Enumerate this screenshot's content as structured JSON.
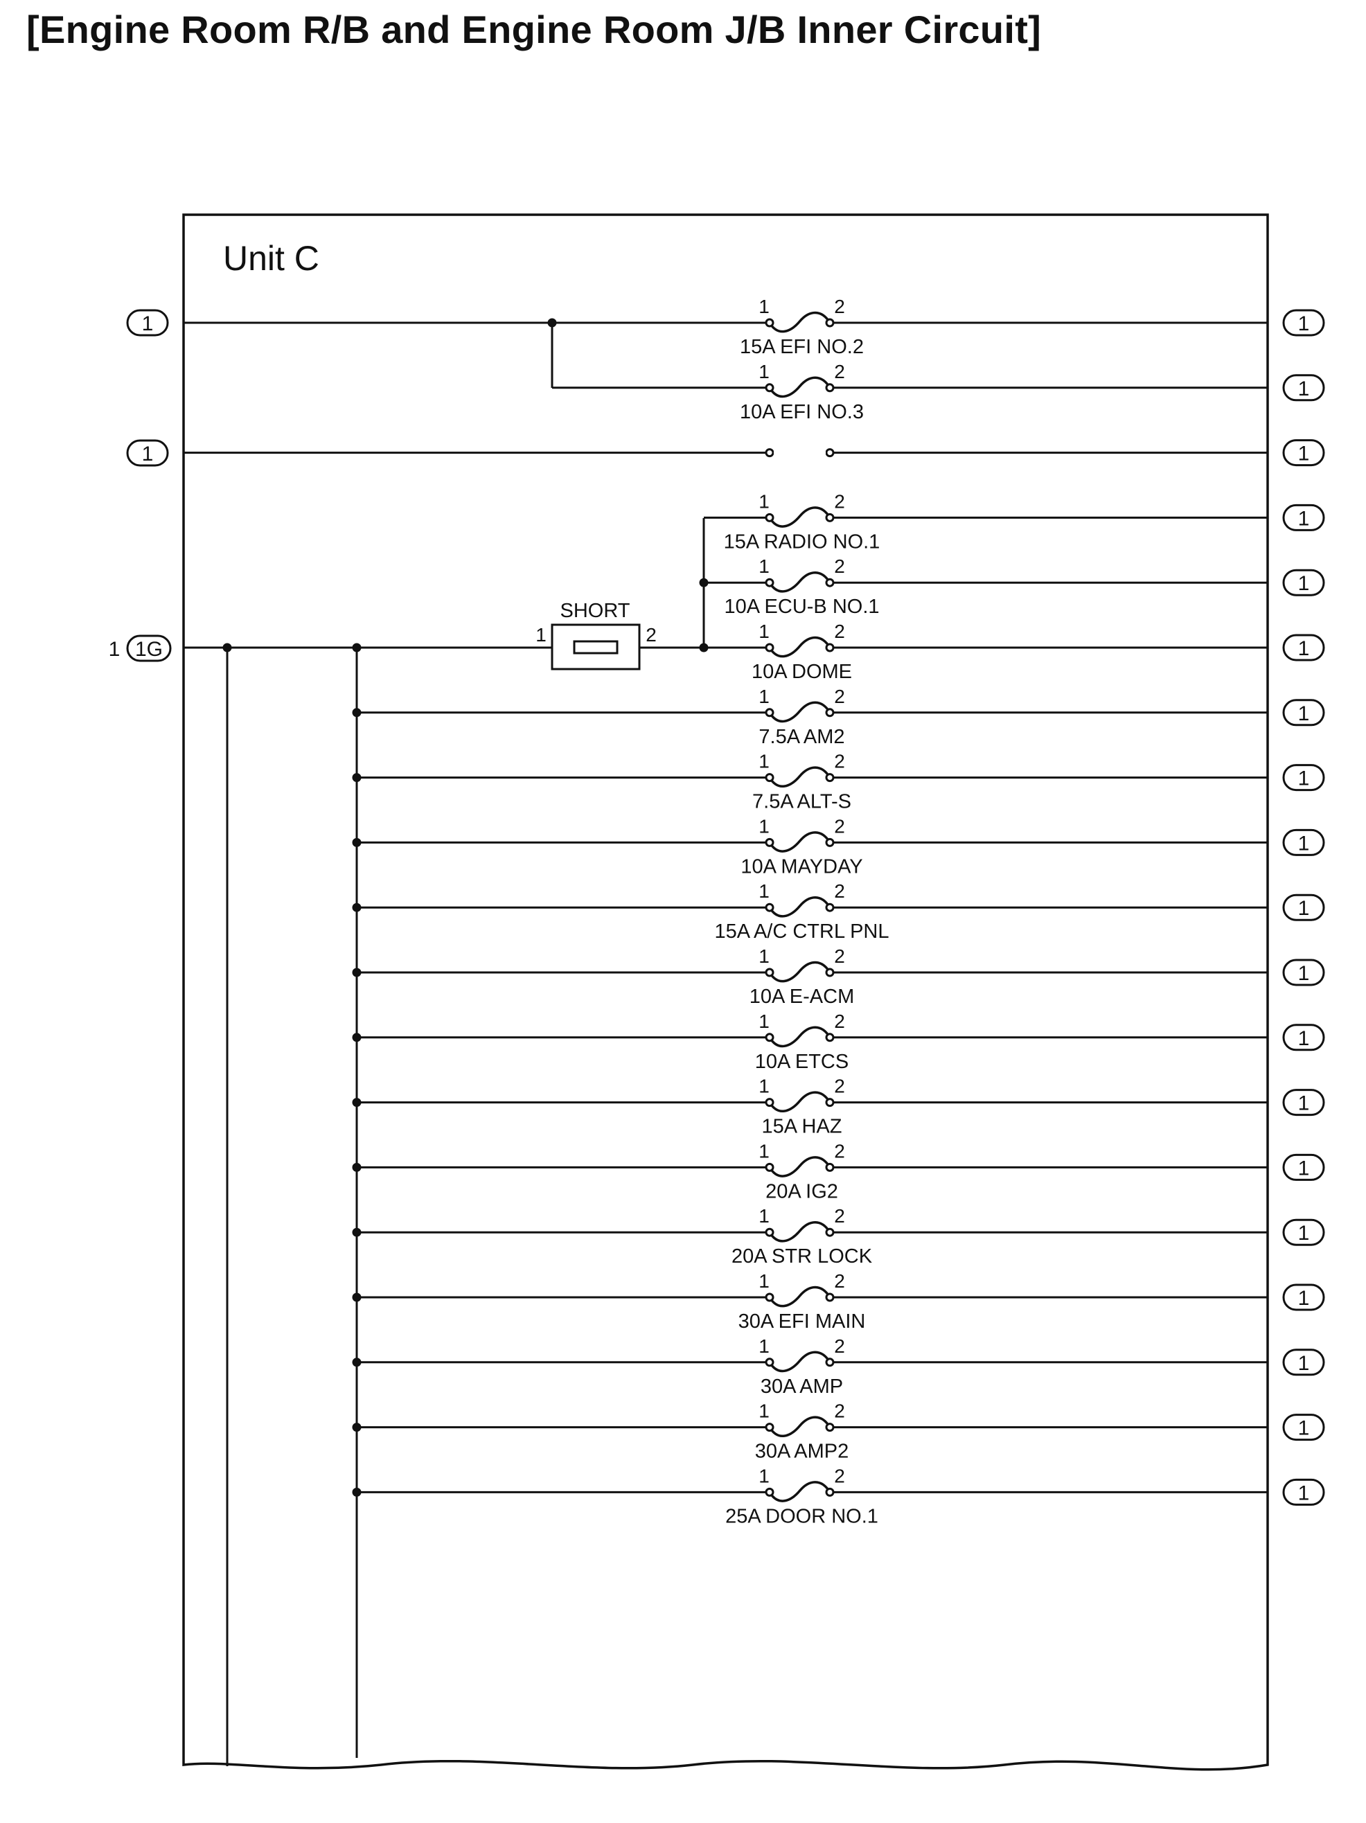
{
  "title": "[Engine Room R/B and Engine Room J/B Inner Circuit]",
  "unit_label": "Unit C",
  "pin_numbers": {
    "left": "1",
    "right": "2"
  },
  "short_label": "SHORT",
  "terminal_label": "1",
  "left_terminals": {
    "top": "1",
    "second": "1",
    "main_prefix": "1",
    "main": "1G"
  },
  "fuses": [
    {
      "label": "15A EFI NO.2"
    },
    {
      "label": "10A EFI NO.3"
    },
    {
      "label": ""
    },
    {
      "label": "15A RADIO NO.1"
    },
    {
      "label": "10A ECU-B NO.1"
    },
    {
      "label": "10A DOME"
    },
    {
      "label": "7.5A AM2"
    },
    {
      "label": "7.5A ALT-S"
    },
    {
      "label": "10A MAYDAY"
    },
    {
      "label": "15A A/C CTRL PNL"
    },
    {
      "label": "10A E-ACM"
    },
    {
      "label": "10A ETCS"
    },
    {
      "label": "15A HAZ"
    },
    {
      "label": "20A IG2"
    },
    {
      "label": "20A STR LOCK"
    },
    {
      "label": "30A EFI MAIN"
    },
    {
      "label": "30A AMP"
    },
    {
      "label": "30A AMP2"
    },
    {
      "label": "25A DOOR NO.1"
    }
  ]
}
